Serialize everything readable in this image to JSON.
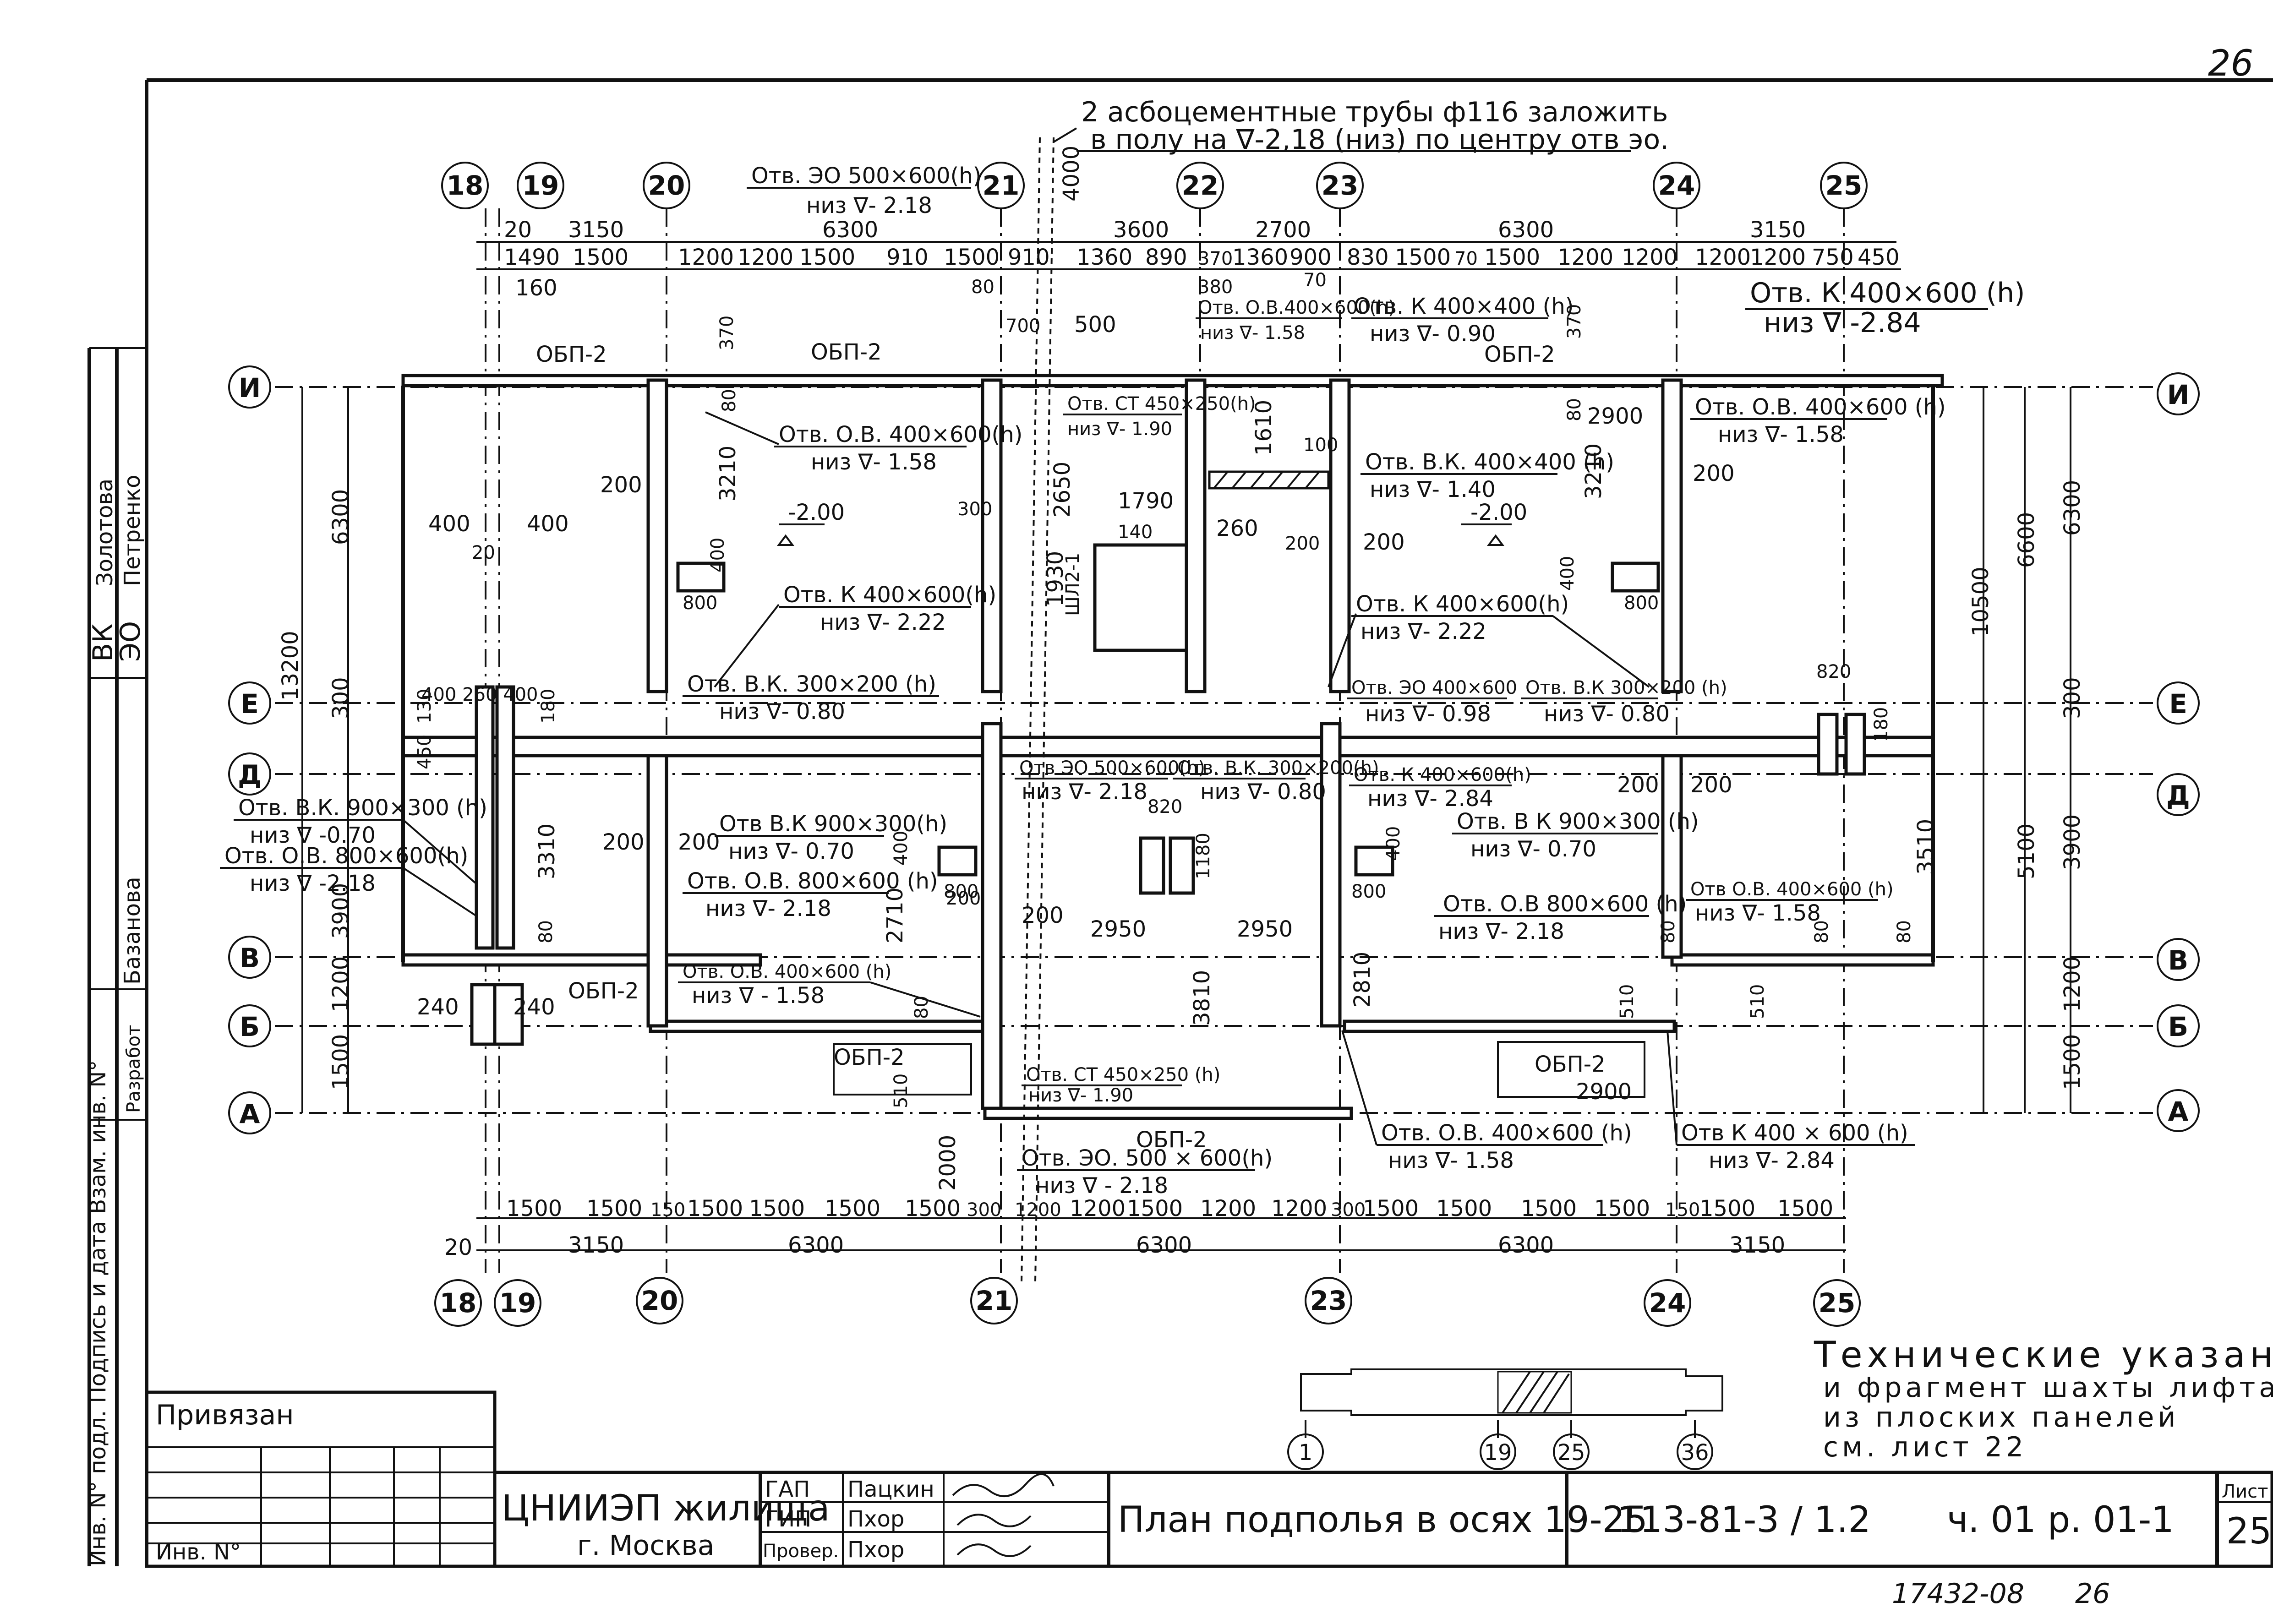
{
  "page_number": "26",
  "pipe_note": {
    "line1": "2 асбоцементные трубы ф116 заложить",
    "line2": "в полу на ∇-2,18 (низ) по центру отв эо."
  },
  "axes_numeric": [
    "18",
    "19",
    "20",
    "21",
    "22",
    "23",
    "24",
    "25"
  ],
  "axes_numeric_bottom": [
    "18",
    "19",
    "20",
    "21",
    "23",
    "24",
    "25"
  ],
  "axes_letters_left": [
    "И",
    "Е",
    "Д",
    "В",
    "Б",
    "А"
  ],
  "axes_letters_right": [
    "И",
    "Е",
    "Д",
    "В",
    "Б",
    "А"
  ],
  "top_dims": {
    "row1": [
      "20",
      "3150",
      "6300",
      "3600",
      "2700",
      "6300",
      "3150"
    ],
    "row2": [
      "1490",
      "1500",
      "1200",
      "1200",
      "1500",
      "910",
      "1500",
      "910",
      "1360",
      "890",
      "370",
      "1360",
      "900",
      "830",
      "1500",
      "70",
      "1500",
      "1200",
      "1200",
      "1200",
      "1200",
      "750",
      "450"
    ],
    "extras": [
      "160",
      "80",
      "380",
      "70",
      "700",
      "500",
      "370",
      "370",
      "4000"
    ]
  },
  "bottom_dims": {
    "row1": [
      "1500",
      "1500",
      "150",
      "1500",
      "1500",
      "1500",
      "1500",
      "300",
      "1200",
      "1200",
      "1500",
      "1200",
      "1200",
      "300",
      "1500",
      "1500",
      "1500",
      "1500",
      "150",
      "1500",
      "1500"
    ],
    "row2": [
      "20",
      "3150",
      "6300",
      "6300",
      "6300",
      "3150"
    ],
    "extra": "2000"
  },
  "left_dims": [
    "6300",
    "300",
    "13200",
    "3900",
    "3310",
    "1200",
    "1500",
    "400",
    "400",
    "20",
    "450",
    "130",
    "180",
    "240",
    "240",
    "510"
  ],
  "right_dims": [
    "6600",
    "6300",
    "10500",
    "300",
    "3900",
    "5100",
    "3510",
    "1200",
    "1500",
    "180",
    "820",
    "510"
  ],
  "panels": [
    "ОБП-2",
    "ОБП-2",
    "ОБП-2",
    "ОБП-2",
    "ОБП-2",
    "ОБП-2",
    "ОБП-2"
  ],
  "openings": [
    {
      "t": "Отв. ЭО 500×600(h)",
      "b": "низ ∇- 2.18"
    },
    {
      "t": "Отв. О.В. 400×600(h)",
      "b": "низ ∇- 1.58"
    },
    {
      "t": "Отв. К 400×600(h)",
      "b": "низ ∇- 2.22"
    },
    {
      "t": "Отв. В.К. 300×200 (h)",
      "b": "низ ∇- 0.80"
    },
    {
      "t": "Отв. СТ 450×250(h)",
      "b": "низ ∇- 1.90"
    },
    {
      "t": "Отв. О.В.400×600(h)",
      "b": "низ ∇- 1.58"
    },
    {
      "t": "Отв. К 400×400 (h)",
      "b": "низ ∇- 0.90"
    },
    {
      "t": "Отв. К 400×600 (h)",
      "b": "низ ∇ -2.84"
    },
    {
      "t": "Отв. О.В. 400×600 (h)",
      "b": "низ ∇- 1.58"
    },
    {
      "t": "Отв. В.К. 400×400 (h)",
      "b": "низ ∇- 1.40"
    },
    {
      "t": "Отв. К 400×600(h)",
      "b": "низ ∇- 2.22"
    },
    {
      "t": "Отв. ЭО 400×600",
      "b": "низ ∇- 0.98"
    },
    {
      "t": "Отв. В.К 300×200 (h)",
      "b": "низ ∇- 0.80"
    },
    {
      "t": "Отв. В.К. 900×300 (h)",
      "b": "низ ∇ -0.70"
    },
    {
      "t": "Отв. О.В. 800×600(h)",
      "b": "низ ∇ -2.18"
    },
    {
      "t": "Отв В.К 900×300(h)",
      "b": "низ ∇- 0.70"
    },
    {
      "t": "Отв. О.В. 800×600 (h)",
      "b": "низ ∇- 2.18"
    },
    {
      "t": "Отв ЭО 500×600(h)",
      "b": "низ ∇- 2.18"
    },
    {
      "t": "Отв. В.К. 300×200(h)",
      "b": "низ ∇- 0.80"
    },
    {
      "t": "Отв. К 400×600(h)",
      "b": "низ ∇- 2.84"
    },
    {
      "t": "Отв. В К 900×300 (h)",
      "b": "низ ∇- 0.70"
    },
    {
      "t": "Отв. О.В 800×600 (h)",
      "b": "низ ∇- 2.18"
    },
    {
      "t": "Отв О.В. 400×600 (h)",
      "b": "низ ∇- 1.58"
    },
    {
      "t": "Отв. О.В. 400×600 (h)",
      "b": "низ ∇ - 1.58"
    },
    {
      "t": "Отв. СТ 450×250 (h)",
      "b": "низ ∇- 1.90"
    },
    {
      "t": "Отв. ЭО. 500 × 600(h)",
      "b": "низ ∇ - 2.18"
    },
    {
      "t": "Отв. О.В. 400×600 (h)",
      "b": "низ ∇- 1.58"
    },
    {
      "t": "Отв К 400 × 600 (h)",
      "b": "низ ∇- 2.84"
    }
  ],
  "levels": [
    "-2.00",
    "-2.00"
  ],
  "misc_dims": [
    "200",
    "3210",
    "400",
    "800",
    "300",
    "2650",
    "1790",
    "140",
    "1930",
    "1610",
    "100",
    "260",
    "200",
    "200",
    "3210",
    "400",
    "800",
    "2900",
    "200",
    "200",
    "400",
    "800",
    "200",
    "2710",
    "2950",
    "2950",
    "820",
    "1180",
    "3810",
    "200",
    "200",
    "200",
    "400",
    "800",
    "2810",
    "80",
    "80",
    "80",
    "80",
    "80",
    "200",
    "510",
    "2900",
    "80",
    "80"
  ],
  "shaft_label": "ШЛ2-1",
  "tech_notes": {
    "l1": "Технические указания",
    "l2": "и фрагмент шахты лифта",
    "l3": "из плоских панелей",
    "l4": "см. лист 22"
  },
  "key_plan": {
    "labels": [
      "1",
      "19",
      "25",
      "36"
    ]
  },
  "side_stamp": {
    "roles": [
      "ВК",
      "ЭО"
    ],
    "names": [
      "Золотова",
      "Петренко",
      "Базанова"
    ],
    "role_labels": [
      "Разработ"
    ],
    "strip": "Инв. N° подл. Подпись и дата Взам. инв. N°"
  },
  "title_block": {
    "privyazan": "Привязан",
    "inv": "Инв. N°",
    "org1": "ЦНИИЭП жилища",
    "org2": "г. Москва",
    "roles": [
      "ГАП",
      "ГИП",
      "Провер."
    ],
    "names": [
      "Пацкин",
      "Пхор",
      "Пхор"
    ],
    "sheet_title": "План подполья в осях 19-25",
    "code": "113-81-3 / 1.2",
    "part": "ч. 01 р. 01-1",
    "list_label": "Лист",
    "list_num": "25"
  },
  "footer_num": "17432-08",
  "footer_page": "26"
}
